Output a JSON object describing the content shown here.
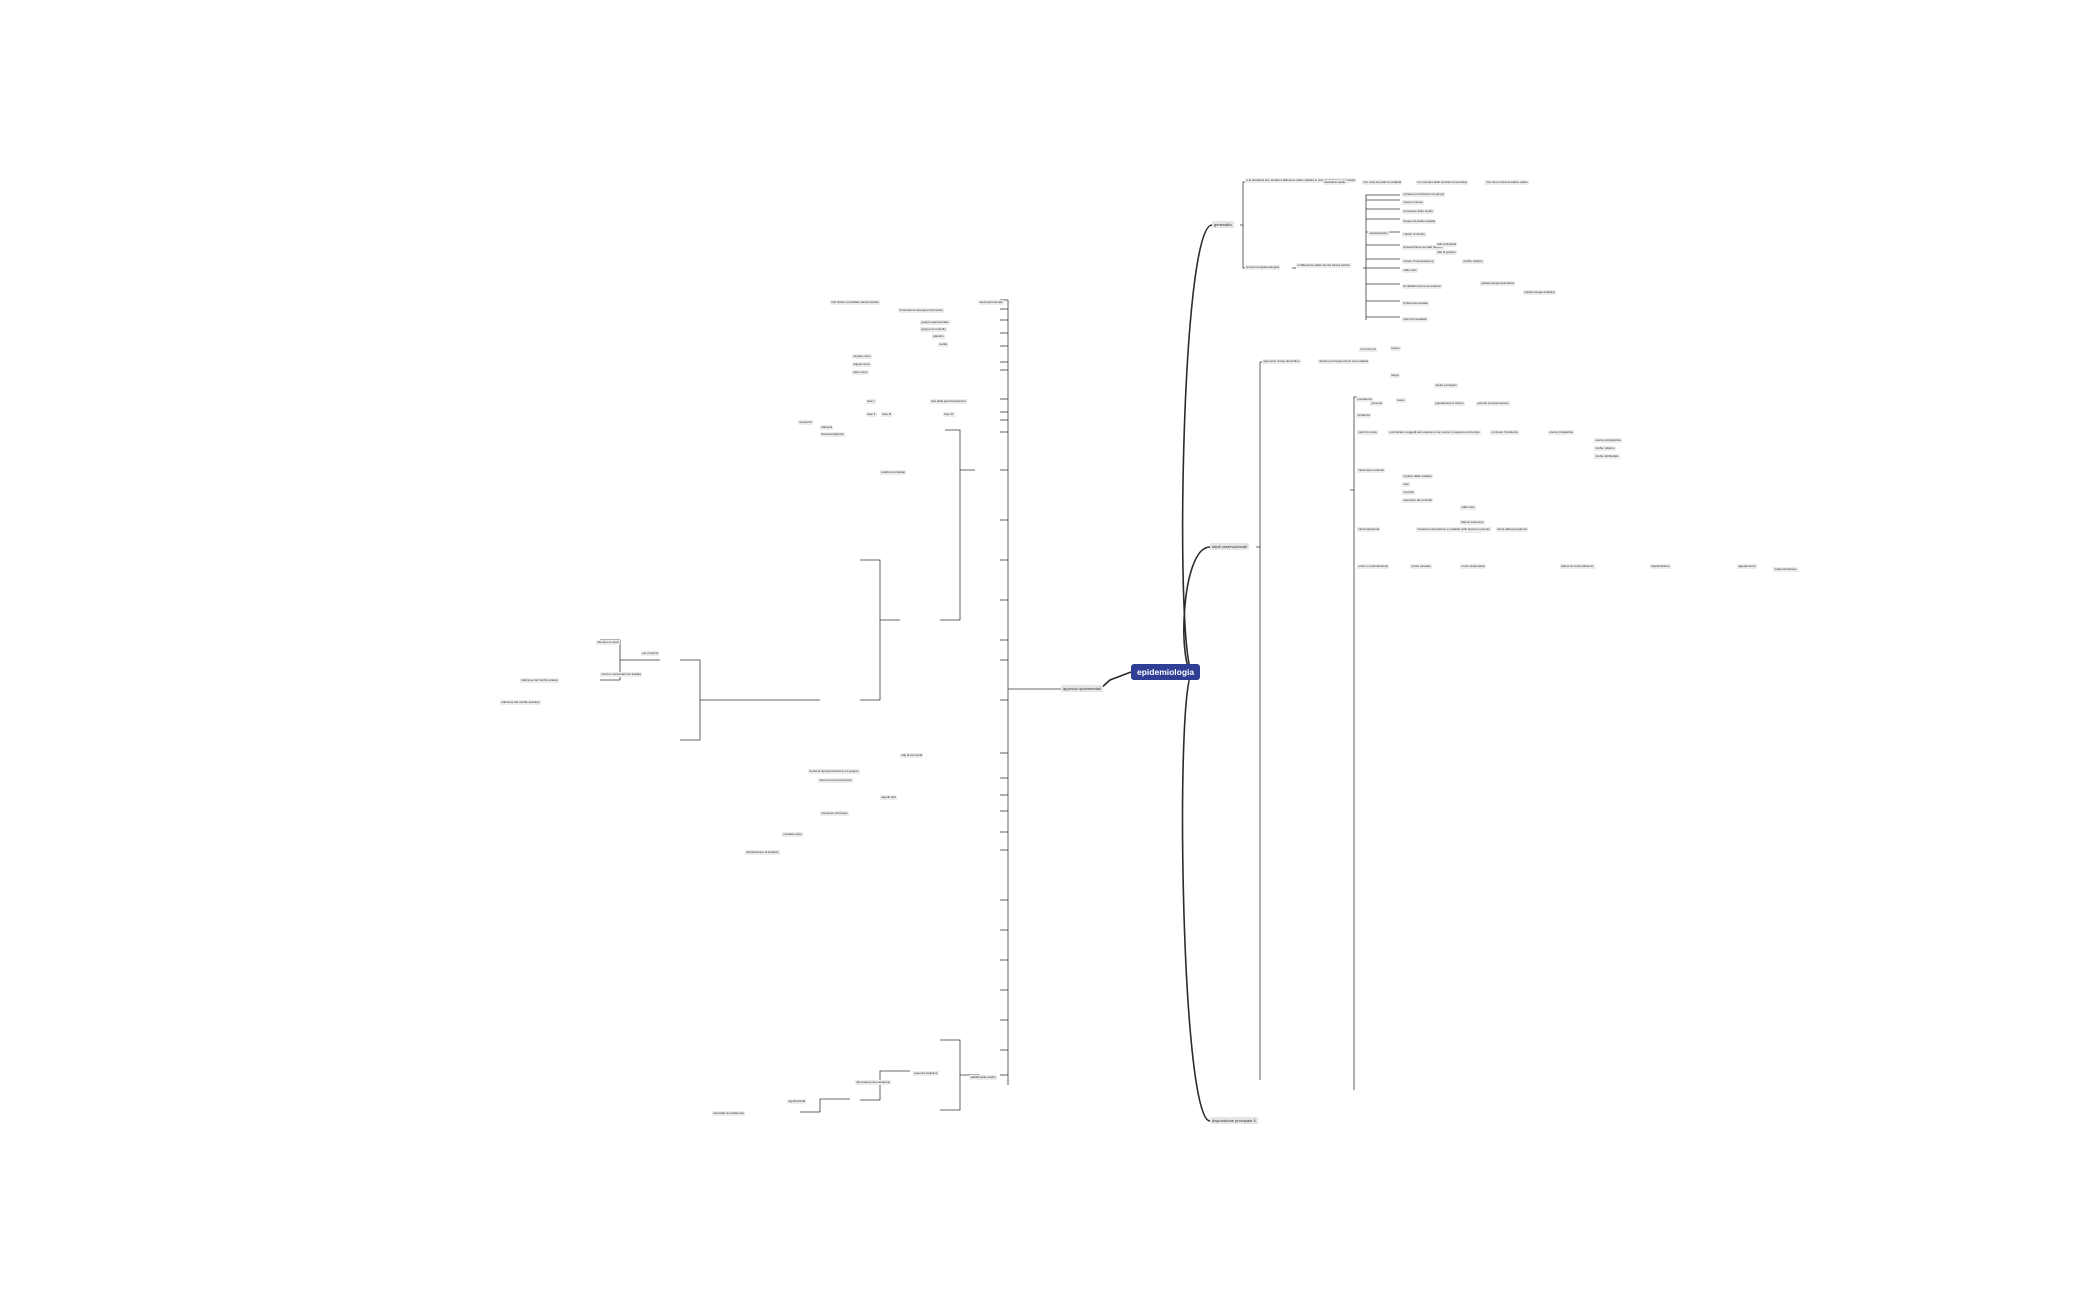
{
  "root": "epidemiologia",
  "branches_right": [
    {
      "label": "generalità"
    },
    {
      "label": "studi osservazionali"
    },
    {
      "label": "disposizione principale 5"
    }
  ],
  "branches_left": [
    {
      "label": "approcci sperimentali"
    }
  ],
  "nodes": {
    "gen_1": "è la disciplina che studia la diffusione delle malattie in una popolazione e la natura",
    "gen_1a": "disciplina solide",
    "gen_1b": "con cosa fa quale la malattia",
    "gen_1c": "si ci occupa delle soluzioni preventive",
    "gen_1d": "fino dove arriva la salute studio",
    "gen_2": "la ricerca epidemiologica",
    "gen_2a": "si differenzia dalla ricerca clinica poiché",
    "gen_2b": "caratteristiche",
    "gen_2c": "si basa sul confronto tra gruppi",
    "gen_2d": "cosa si misura",
    "gen_2e": "il contesto dello studio",
    "gen_2f": "frequenza della malattia",
    "gen_2g": "i fattori di rischio",
    "gen_2h": "la descrizione dei dati raccolti",
    "gen_2i": "dati individuali",
    "gen_2j": "dati di gruppo",
    "gen_2k": "misure di associazione",
    "gen_2l": "rischio relativo",
    "gen_2m": "odds ratio",
    "gen_2n": "la validità interna ed esterna",
    "gen_2o": "l'inferenza causale",
    "gen_2p": "criteri di causalità",
    "gen_2q": "epidemiologia descrittiva",
    "gen_2r": "epidemiologia analitica",
    "obs_1": "approccio di tipo descrittivo",
    "obs_1a": "descrive la frequenza di una malattia",
    "obs_1b": "in termini di",
    "obs_1c": "tempo",
    "obs_1d": "luogo",
    "obs_1e": "persona",
    "obs_1f": "studio ecologico",
    "obs_2": "prevalenza",
    "obs_2a": "incidenza",
    "obs_2b": "tasso",
    "obs_2c": "popolazione a rischio",
    "obs_2d": "periodo di osservazione",
    "obs_3": "studi di coorte",
    "obs_3a": "si arruolano soggetti sani esposti e non esposti",
    "obs_3b": "si seguono nel tempo",
    "obs_3c": "si misura l'incidenza",
    "obs_3d": "coorte prospettica",
    "obs_3e": "coorte retrospettiva",
    "obs_3f": "rischio relativo",
    "obs_3g": "rischio attribuibile",
    "obs_4": "studi caso-controllo",
    "obs_4a": "si parte dalla malattia",
    "obs_4b": "casi",
    "obs_4c": "controlli",
    "obs_4d": "selezione dei controlli",
    "obs_4e": "odds ratio",
    "obs_4f": "bias di selezione",
    "obs_4g": "bias di ricordo",
    "obs_5": "studi trasversali",
    "obs_5a": "misurano esposizione e malattia nello stesso momento",
    "obs_5b": "stima della prevalenza",
    "obs_6": "errori e confondimento",
    "obs_6a": "errore casuale",
    "obs_6b": "errore sistematico",
    "obs_6c": "fattore di confondimento",
    "obs_6d": "stratificazione",
    "obs_6e": "appaiamento",
    "obs_6f": "randomizzazione",
    "exp_1": "studi sperimentali",
    "exp_1a": "trial clinico controllato randomizzato",
    "exp_1b": "il ricercatore assegna l'intervento",
    "exp_1c": "gruppo sperimentale",
    "exp_1d": "gruppo di controllo",
    "exp_1e": "placebo",
    "exp_1f": "cecità",
    "exp_1g": "singolo cieco",
    "exp_1h": "doppio cieco",
    "exp_1i": "triplo cieco",
    "exp_2": "fasi della sperimentazione",
    "exp_2a": "fase I",
    "exp_2b": "fase II",
    "exp_2c": "fase III",
    "exp_2d": "fase IV",
    "exp_2e": "sicurezza",
    "exp_2f": "efficacia",
    "exp_2g": "farmacovigilanza",
    "exp_3": "analisi dei risultati",
    "exp_3a": "intention to treat",
    "exp_3b": "per protocol",
    "exp_3c": "numero necessario da trattare",
    "exp_3d": "riduzione del rischio relativo",
    "exp_3e": "riduzione del rischio assoluto",
    "exp_4": "trial di comunità",
    "exp_4a": "l'unità di randomizzazione è il gruppo",
    "exp_4b": "interventi di prevenzione",
    "exp_5": "aspetti etici",
    "exp_5a": "consenso informato",
    "exp_5b": "comitato etico",
    "exp_5c": "dichiarazione di Helsinki",
    "exp_6": "validità dello studio",
    "exp_6a": "potenza statistica",
    "exp_6b": "dimensione del campione",
    "exp_6c": "significatività",
    "exp_6d": "intervallo di confidenza"
  }
}
